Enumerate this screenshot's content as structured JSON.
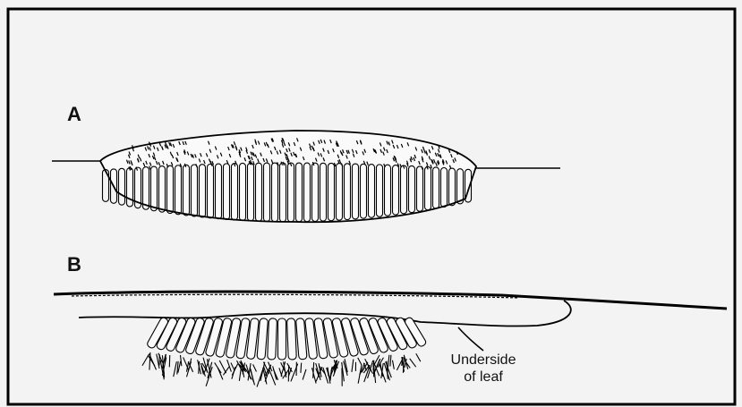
{
  "figure": {
    "panel_a_label": "A",
    "panel_b_label": "B",
    "callout": {
      "line1": "Underside",
      "line2": "of leaf"
    }
  },
  "colors": {
    "ink": "#111111",
    "background": "#f3f3f3",
    "frame": "#000000"
  }
}
